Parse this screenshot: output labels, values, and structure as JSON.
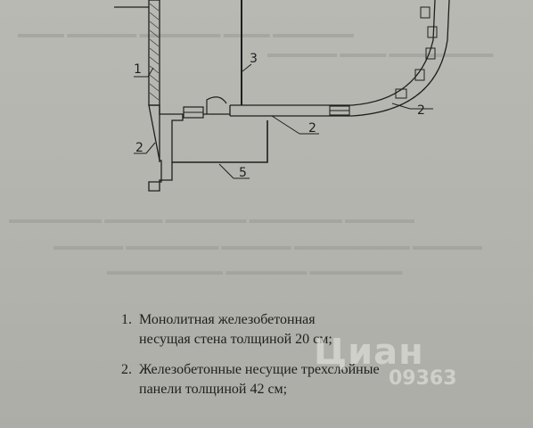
{
  "plan": {
    "callouts": [
      {
        "id": "1",
        "label": "1"
      },
      {
        "id": "2a",
        "label": "2"
      },
      {
        "id": "2b",
        "label": "2"
      },
      {
        "id": "2c",
        "label": "2"
      },
      {
        "id": "3",
        "label": "3"
      },
      {
        "id": "5",
        "label": "5"
      }
    ]
  },
  "legend": {
    "items": [
      {
        "number": "1.",
        "line1": "Монолитная железобетонная",
        "line2": "несущая стена толщиной 20 см;"
      },
      {
        "number": "2.",
        "line1": "Железобетонные несущие трехслойные",
        "line2": "панели толщиной 42 см;"
      }
    ]
  },
  "watermark": {
    "logo": "Циан",
    "phone": "09363"
  },
  "colors": {
    "paper": "#b6b6b0",
    "ink": "#1e1e1e",
    "watermark": "#ebebe6"
  }
}
